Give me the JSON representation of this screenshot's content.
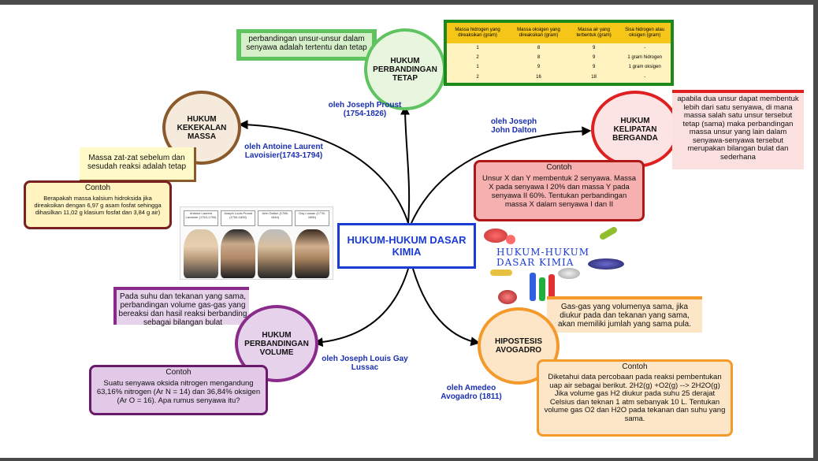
{
  "center_title": "HUKUM-HUKUM DASAR KIMIA",
  "laws": {
    "tetap": {
      "title": "HUKUM PERBANDINGAN TETAP",
      "author": "oleh Joseph Proust (1754-1826)",
      "definition": "perbandingan unsur-unsur dalam senyawa adalah tertentu dan tetap"
    },
    "massa": {
      "title": "HUKUM KEKEKALAN MASSA",
      "author": "oleh Antoine Laurent Lavoisier(1743-1794)",
      "definition": "Massa zat-zat sebelum dan sesudah reaksi adalah tetap",
      "example_title": "Contoh",
      "example": "Berapakah massa kalsium hidroksida jika direaksikan dengan 6,97 g asam fosfat sehingga dihasilkan 11,02 g klasium fosfat dan 3,84 g air)"
    },
    "kelipatan": {
      "title": "HUKUM KELIPATAN BERGANDA",
      "author": "oleh Joseph John Dalton",
      "definition": "apabila dua unsur dapat membentuk lebih dari satu senyawa, di mana massa salah satu unsur tersebut tetap (sama) maka perbandingan massa unsur yang lain dalam senyawa-senyawa tersebut merupakan bilangan bulat dan sederhana",
      "example_title": "Contoh",
      "example": "Unsur X dan Y membentuk 2 senyawa. Massa X pada senyawa I 20% dan massa Y pada senyawa II 60%. Tentukan perbandingan massa X dalam senyawa I dan II"
    },
    "volume": {
      "title": "HUKUM PERBANDINGAN VOLUME",
      "author": "oleh Joseph Louis Gay Lussac",
      "definition": "Pada suhu dan tekanan yang sama, perbandingan volume gas-gas yang bereaksi dan hasil reaksi berbanding sebagai bilangan bulat",
      "example_title": "Contoh",
      "example": "Suatu senyawa oksida nitrogen mengandung 63,16% nitrogen (Ar N = 14) dan 36,84% oksigen (Ar O = 16). Apa rumus senyawa itu?"
    },
    "avogadro": {
      "title": "HIPOSTESIS AVOGADRO",
      "author": "oleh Amedeo Avogadro (1811)",
      "definition": "Gas-gas yang volumenya sama, jika diukur pada dan tekanan yang sama, akan memiliki jumlah yang sama pula.",
      "example_title": "Contoh",
      "example": "Diketahui data percobaan pada reaksi pembentukan uap air sebagai berikut. 2H2(g) +O2(g) --> 2H2O(g) Jika volume gas H2 diukur pada suhu 25 derajat Celsius dan teknan 1 atm sebanyak 10 L. Tentukan volume gas O2 dan H2O pada tekanan dan suhu yang sama."
    }
  },
  "table": {
    "headers": [
      "Massa hidrogen yang direaksikan (gram)",
      "Massa oksigen yang direaksikan (gram)",
      "Massa air yang terbentuk (gram)",
      "Sisa hidrogen atau oksigen (gram)"
    ],
    "rows": [
      [
        "1",
        "8",
        "9",
        "-"
      ],
      [
        "2",
        "8",
        "9",
        "1 gram hidrogen"
      ],
      [
        "1",
        "9",
        "9",
        "1 gram oksigen"
      ],
      [
        "2",
        "16",
        "18",
        "-"
      ]
    ]
  },
  "portrait_captions": [
    "Antoine Laurent Lavoisier (1743-1794)",
    "Joseph Louis Proust (1754-1826)",
    "John Dalton (1766-1844)",
    "Gay Lussac (1778-1850)"
  ],
  "deco_title": "HUKUM-HUKUM DASAR KIMIA",
  "colors": {
    "center": "#1b3bd6",
    "tetap": "#5fc35f",
    "massa": "#8a5a2b",
    "kelipatan": "#e02020",
    "volume": "#8a2a8a",
    "avogadro": "#f39a2b",
    "author": "#1a2fb0"
  }
}
